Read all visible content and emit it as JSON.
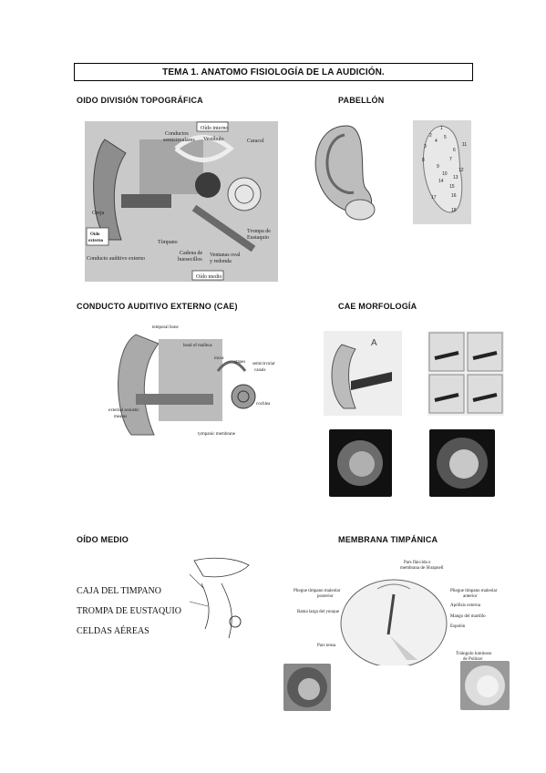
{
  "page": {
    "title": "TEMA 1. ANATOMO FISIOLOGÍA DE LA AUDICIÓN."
  },
  "sections": {
    "oido_division": {
      "heading": "OIDO DIVISIÓN TOPOGRÁFICA",
      "labels": {
        "oido_interno": "Oído interno",
        "conductos": "Conductos",
        "semicirculares": "semicirculares",
        "vestibulo": "Vestíbulo",
        "caracol": "Caracol",
        "oreja": "Oreja",
        "oido": "Oído",
        "externo": "externo",
        "timpano": "Tímpano",
        "cadena": "Cadena de",
        "huesecillos": "huesecillos",
        "ventanas": "Ventanas oval",
        "redonda": "y redonda",
        "trompa": "Trompa de",
        "eustaquio": "Eustaquio",
        "conducto": "Conducto auditivo externo",
        "oido_medio": "Oído medio"
      }
    },
    "pabellon": {
      "heading": "PABELLÓN",
      "numbers": [
        "1",
        "2",
        "3",
        "4",
        "5",
        "6",
        "7",
        "8",
        "9",
        "10",
        "11",
        "12",
        "13",
        "14",
        "15",
        "16",
        "17",
        "18"
      ]
    },
    "cae": {
      "heading": "CONDUCTO AUDITIVO EXTERNO (CAE)",
      "labels": {
        "temporal": "temporal bone",
        "malleus": "head of malleus",
        "incus": "incus",
        "stapes": "stapes",
        "semicircular1": "semicircular",
        "semicircular2": "canals",
        "cochlea": "cochlea",
        "meatus1": "external acoustic",
        "meatus2": "meatus",
        "tympanic": "tympanic membrane"
      }
    },
    "cae_morfologia": {
      "heading": "CAE MORFOLOGÍA",
      "label_a": "A"
    },
    "oido_medio": {
      "heading": "OÍDO MEDIO",
      "items": [
        "CAJA DEL TIMPANO",
        "TROMPA DE EUSTAQUIO",
        "CELDAS AÉREAS"
      ]
    },
    "membrana": {
      "heading": "MEMBRANA TIMPÁNICA",
      "labels": {
        "flaccida1": "Pars fláccida o",
        "flaccida2": "membrana de Shrapnell",
        "pliegue_post1": "Pliegue tímpano maleolar",
        "pliegue_post2": "posterior",
        "rama1": "Rama larga del yunque",
        "pars_tensa": "Pars tensa",
        "pliegue_ant1": "Pliegue tímpano maleolar",
        "pliegue_ant2": "anterior",
        "apofisis": "Apófisis externa",
        "mango": "Mango del martillo",
        "espolon": "Espolón",
        "triangulo1": "Triángulo luminoso",
        "triangulo2": "de Politzer"
      }
    }
  }
}
